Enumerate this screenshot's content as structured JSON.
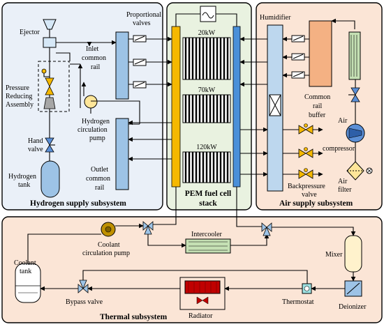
{
  "subsystems": {
    "hydrogen": "Hydrogen supply subsystem",
    "stack": "PEM fuel cell stack",
    "air": "Air supply subsystem",
    "thermal": "Thermal subsystem"
  },
  "hydrogen": {
    "ejector": "Ejector",
    "proportional_valves": "Proportional valves",
    "inlet_rail": "Inlet common rail",
    "prv_assembly": "Pressure Reducing Assembly",
    "circ_pump": "Hydrogen circulation pump",
    "hand_valve": "Hand valve",
    "tank": "Hydrogen tank",
    "outlet_rail": "Outlet common rail"
  },
  "stack": {
    "cells": [
      "20kW",
      "70kW",
      "120kW"
    ]
  },
  "air": {
    "humidifier": "Humidifier",
    "common_rail_buffer": "Common rail buffer",
    "air_compressor": "Air compressor",
    "air_filter": "Air filter",
    "backpressure_valve": "Backpressure valve"
  },
  "thermal": {
    "coolant_pump": "Coolant circulation pump",
    "intercooler": "Intercooler",
    "coolant_tank": "Coolant tank",
    "mixer": "Mixer",
    "bypass_valve": "Bypass valve",
    "radiator": "Radiator",
    "thermostat": "Thermostat",
    "deionizer": "Deionizer"
  },
  "colors": {
    "hydrogen_bg": "#eaf0f8",
    "stack_bg": "#e9f2e0",
    "air_bg": "#fbe5d6",
    "thermal_bg": "#fbe5d6",
    "rail_blue": "#9dc3e6",
    "anode_yellow": "#f5b800",
    "cathode_blue": "#4a90d9",
    "buffer_orange": "#f4b183",
    "intercooler_green": "#c5e0b4",
    "radiator_red": "#c00000",
    "pump_gold": "#bf9000",
    "compressor_blue": "#5b8fd6",
    "valve_yellow": "#ffd966",
    "thermostat_cyan": "#9ee3e3",
    "mixer_yellow": "#fff2cc"
  }
}
